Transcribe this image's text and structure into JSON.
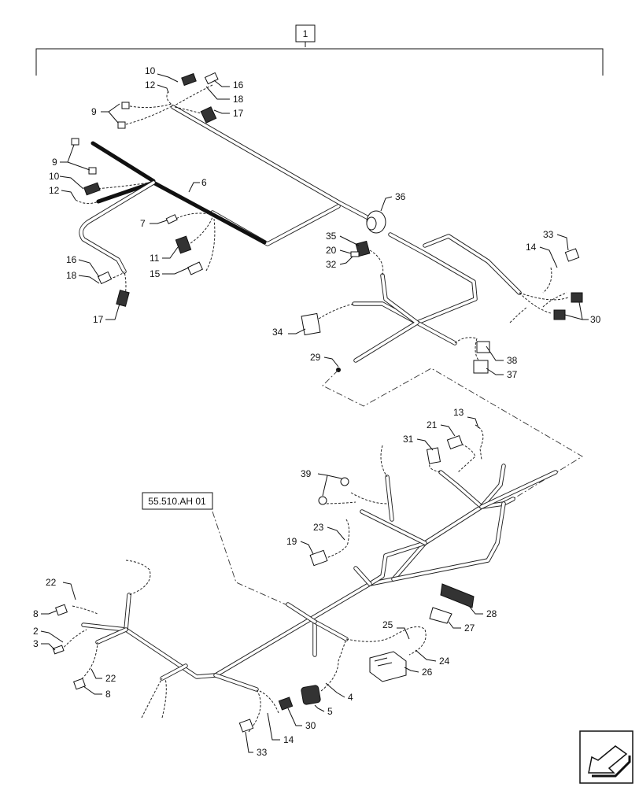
{
  "assembly": {
    "label": "1"
  },
  "reference": {
    "label": "55.510.AH 01"
  },
  "callouts": [
    {
      "id": "c10a",
      "text": "10"
    },
    {
      "id": "c12a",
      "text": "12"
    },
    {
      "id": "c16a",
      "text": "16"
    },
    {
      "id": "c18a",
      "text": "18"
    },
    {
      "id": "c17a",
      "text": "17"
    },
    {
      "id": "c9a",
      "text": "9"
    },
    {
      "id": "c9b",
      "text": "9"
    },
    {
      "id": "c10b",
      "text": "10"
    },
    {
      "id": "c12b",
      "text": "12"
    },
    {
      "id": "c6",
      "text": "6"
    },
    {
      "id": "c7",
      "text": "7"
    },
    {
      "id": "c11",
      "text": "11"
    },
    {
      "id": "c15",
      "text": "15"
    },
    {
      "id": "c16b",
      "text": "16"
    },
    {
      "id": "c18b",
      "text": "18"
    },
    {
      "id": "c17b",
      "text": "17"
    },
    {
      "id": "c36",
      "text": "36"
    },
    {
      "id": "c35",
      "text": "35"
    },
    {
      "id": "c20",
      "text": "20"
    },
    {
      "id": "c32",
      "text": "32"
    },
    {
      "id": "c33a",
      "text": "33"
    },
    {
      "id": "c14a",
      "text": "14"
    },
    {
      "id": "c30a",
      "text": "30"
    },
    {
      "id": "c34",
      "text": "34"
    },
    {
      "id": "c29",
      "text": "29"
    },
    {
      "id": "c38",
      "text": "38"
    },
    {
      "id": "c37",
      "text": "37"
    },
    {
      "id": "c13",
      "text": "13"
    },
    {
      "id": "c21",
      "text": "21"
    },
    {
      "id": "c31",
      "text": "31"
    },
    {
      "id": "c39",
      "text": "39"
    },
    {
      "id": "c23",
      "text": "23"
    },
    {
      "id": "c19",
      "text": "19"
    },
    {
      "id": "c22a",
      "text": "22"
    },
    {
      "id": "c8a",
      "text": "8"
    },
    {
      "id": "c2",
      "text": "2"
    },
    {
      "id": "c3",
      "text": "3"
    },
    {
      "id": "c22b",
      "text": "22"
    },
    {
      "id": "c8b",
      "text": "8"
    },
    {
      "id": "c28",
      "text": "28"
    },
    {
      "id": "c27",
      "text": "27"
    },
    {
      "id": "c25",
      "text": "25"
    },
    {
      "id": "c24",
      "text": "24"
    },
    {
      "id": "c26",
      "text": "26"
    },
    {
      "id": "c4",
      "text": "4"
    },
    {
      "id": "c5",
      "text": "5"
    },
    {
      "id": "c30b",
      "text": "30"
    },
    {
      "id": "c14b",
      "text": "14"
    },
    {
      "id": "c33b",
      "text": "33"
    }
  ],
  "nav_icon": "return-arrow-icon"
}
